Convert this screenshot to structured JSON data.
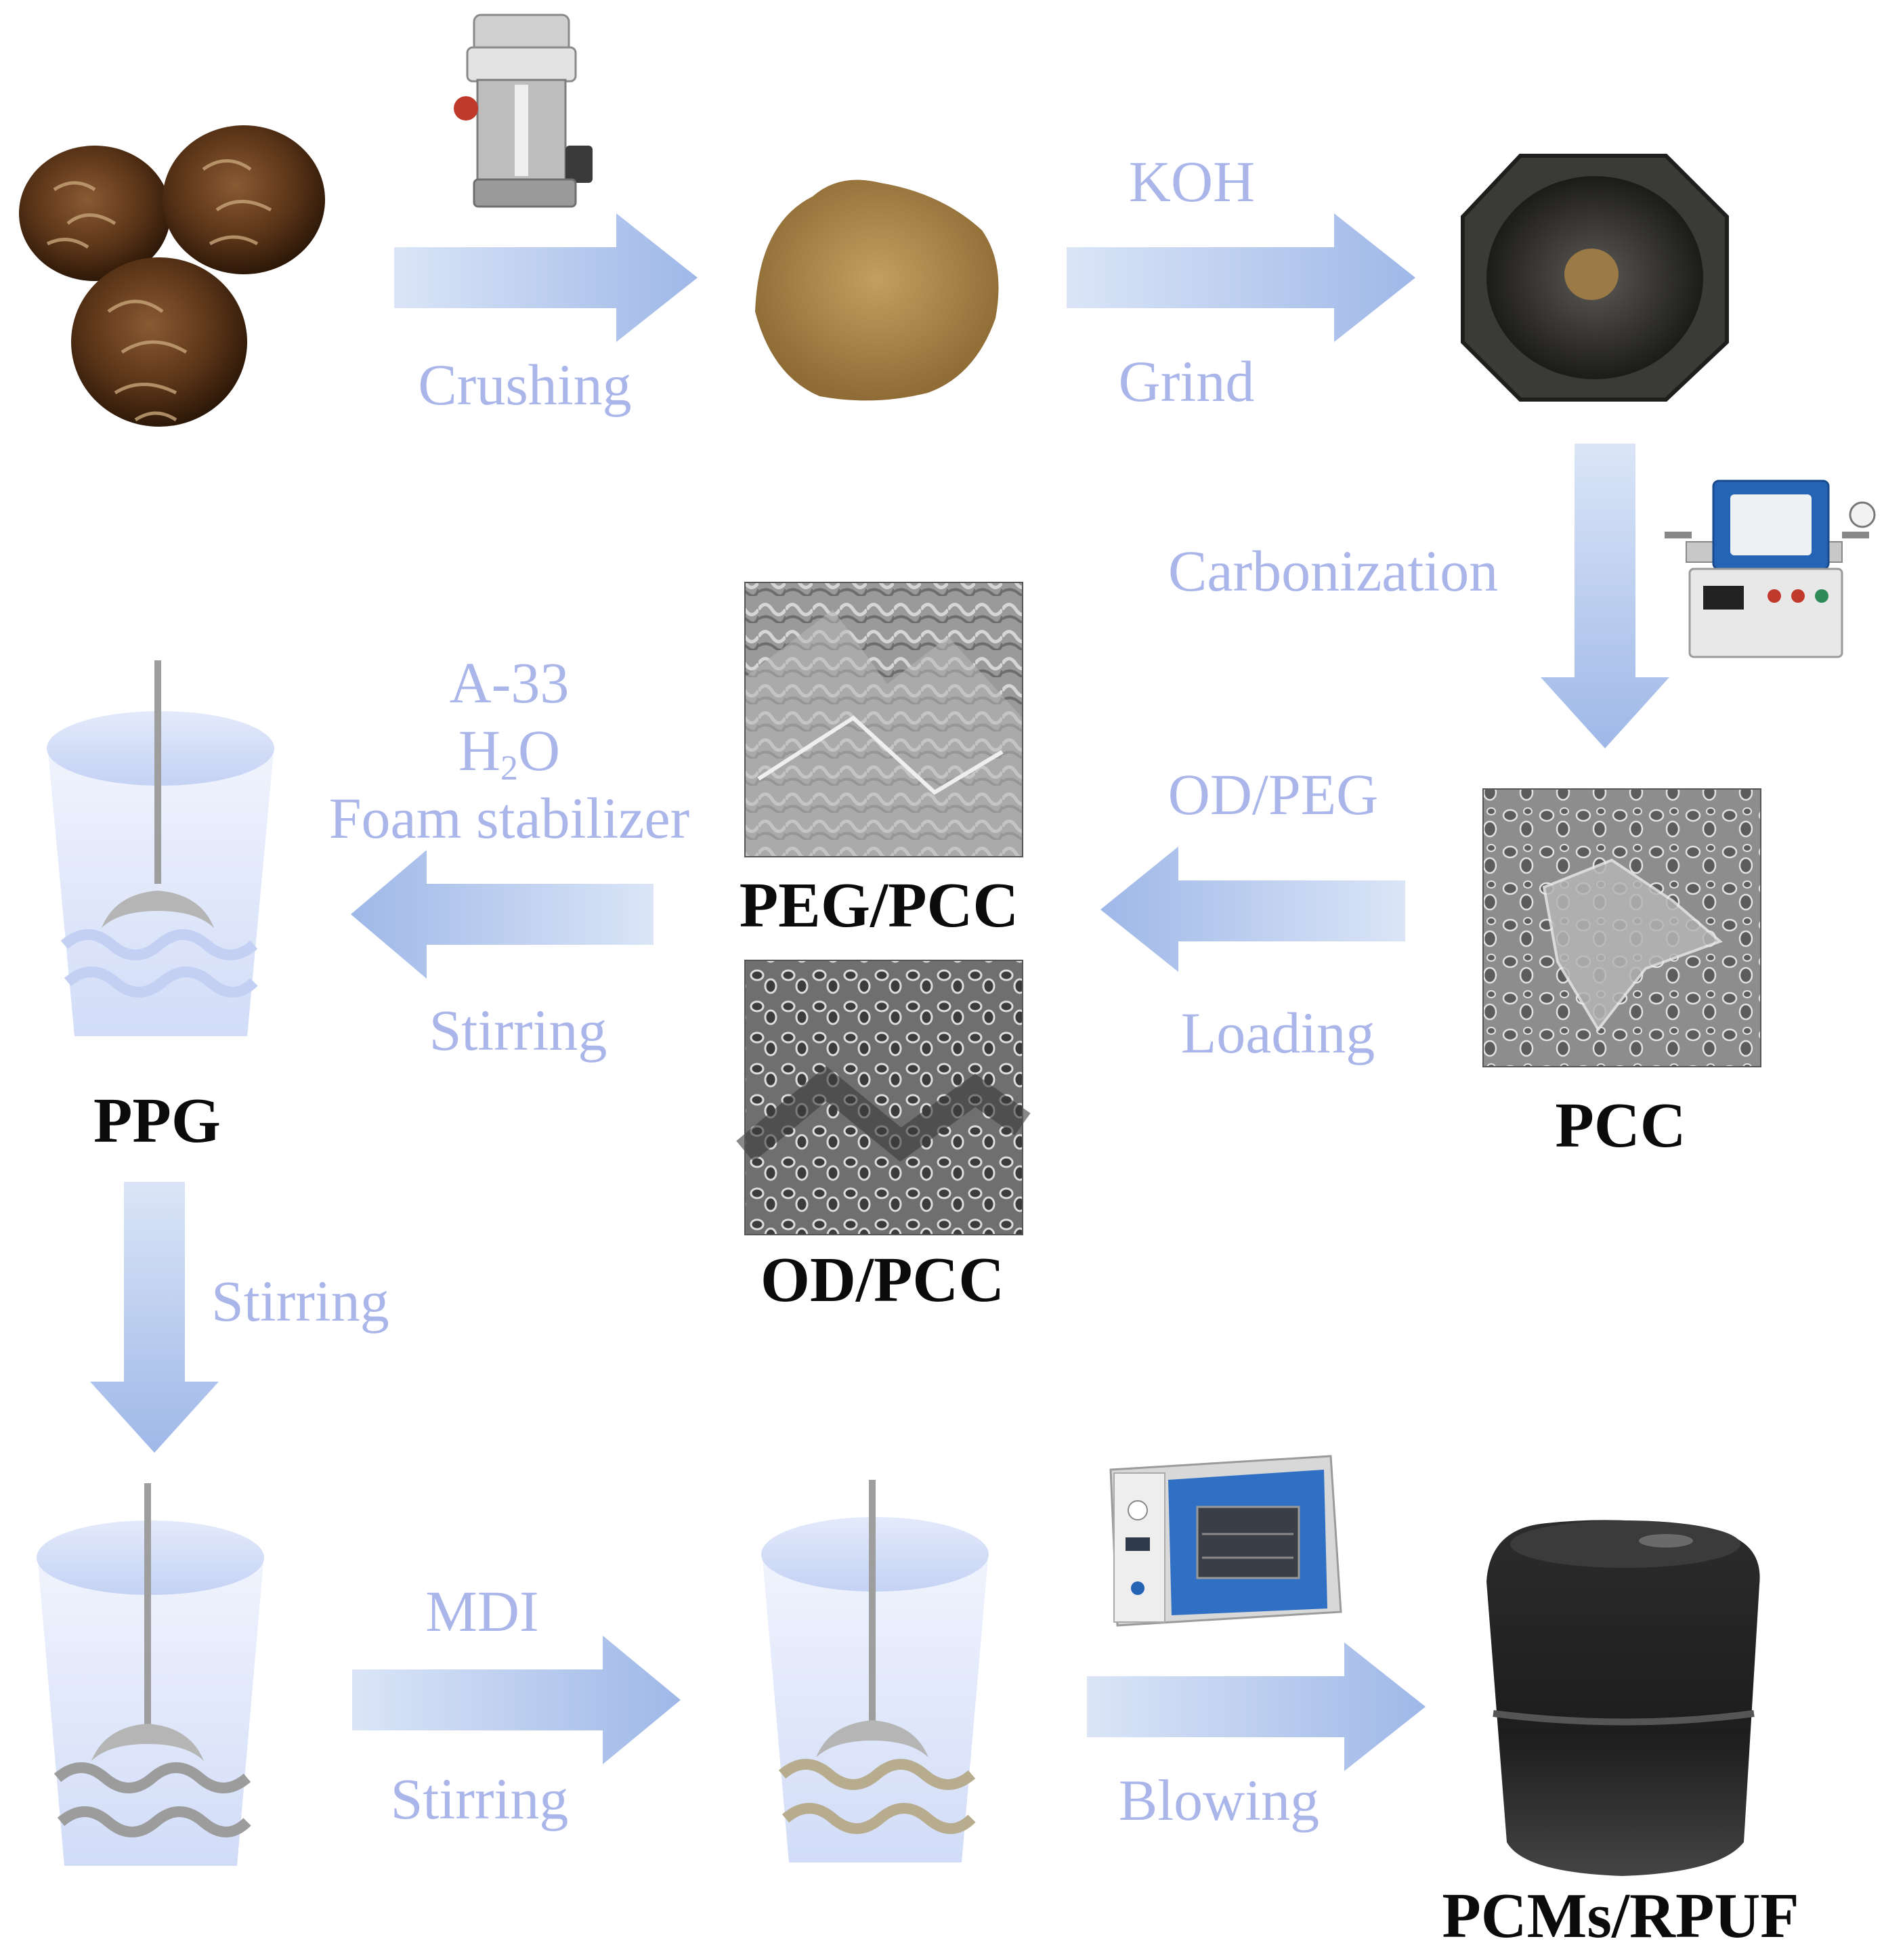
{
  "steps": {
    "crushing": "Crushing",
    "koh": "KOH",
    "grind": "Grind",
    "carbonization": "Carbonization",
    "od_peg": "OD/PEG",
    "loading": "Loading",
    "a33": "A-33",
    "h2o_h": "H",
    "h2o_sub": "2",
    "h2o_o": "O",
    "foam_stabilizer": "Foam stabilizer",
    "stirring_top": "Stirring",
    "stirring_left": "Stirring",
    "mdi": "MDI",
    "stirring_bottom": "Stirring",
    "blowing": "Blowing"
  },
  "materials": {
    "peg_pcc": "PEG/PCC",
    "od_pcc": "OD/PCC",
    "pcc": "PCC",
    "ppg": "PPG",
    "pcms_rpuf": "PCMs/RPUF"
  },
  "colors": {
    "arrow": "#a9bdea",
    "step_label": "#aab6ea",
    "name_label": "#0b0b0b"
  }
}
